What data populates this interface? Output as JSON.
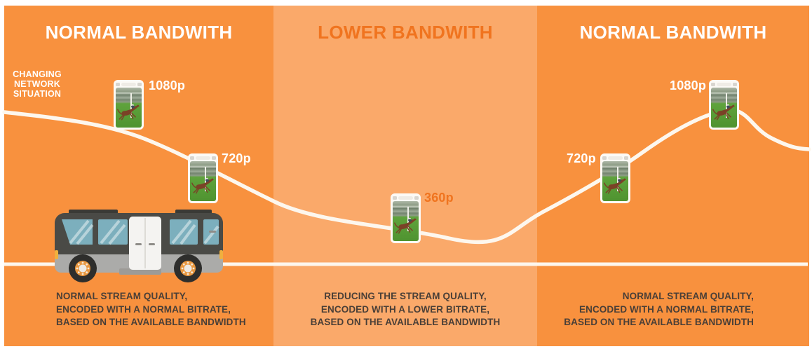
{
  "colors": {
    "frame-white": "#FFFFFF",
    "panel-orange": "#F8913E",
    "panel-light-orange": "#FAA96A",
    "accent-orange": "#F0741F",
    "curve-white": "#FDF7EE",
    "text-white": "#FFFFFF",
    "text-dark": "#4A3F37",
    "bus-dark": "#4A4A46",
    "bus-roof": "#3A3A36",
    "bus-gray": "#ABABA9",
    "bus-window": "#7CAFBD",
    "wheel-tire": "#2E2E2C",
    "wheel-hub": "#E8973F",
    "amber-light": "#F0B03E",
    "grass-green": "#5FA33C",
    "horse-brown": "#7A4226"
  },
  "panels": [
    {
      "title": "NORMAL BANDWITH",
      "description": [
        "NORMAL STREAM QUALITY,",
        "ENCODED WITH A NORMAL BITRATE,",
        "BASED ON THE AVAILABLE BANDWIDTH"
      ]
    },
    {
      "title": "LOWER BANDWITH",
      "description": [
        "REDUCING THE STREAM QUALITY,",
        "ENCODED WITH A LOWER BITRATE,",
        "BASED ON THE AVAILABLE BANDWIDTH"
      ]
    },
    {
      "title": "NORMAL BANDWITH",
      "description": [
        "NORMAL STREAM QUALITY,",
        "ENCODED WITH A NORMAL BITRATE,",
        "BASED ON THE AVAILABLE BANDWIDTH"
      ]
    }
  ],
  "annotation": {
    "lines": [
      "CHANGING",
      "NETWORK",
      "SITUATION"
    ]
  },
  "stream_points": [
    {
      "label": "1080p"
    },
    {
      "label": "720p"
    },
    {
      "label": "360p"
    },
    {
      "label": "720p"
    },
    {
      "label": "1080p"
    }
  ]
}
